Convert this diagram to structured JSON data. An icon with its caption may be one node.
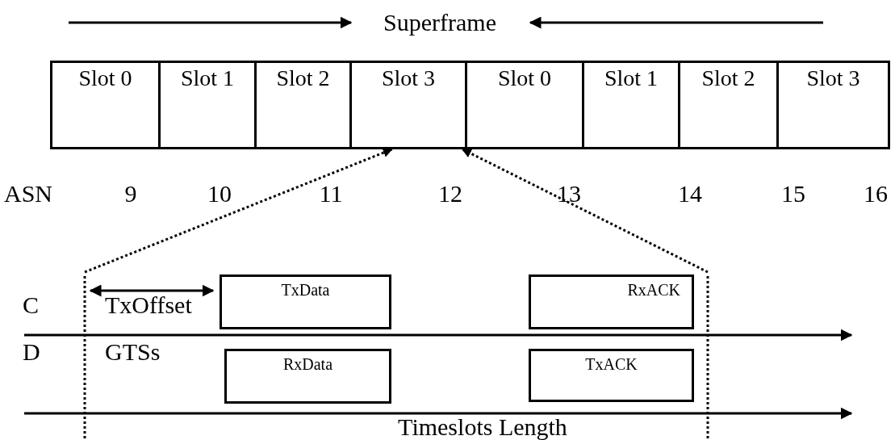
{
  "diagram": {
    "nodes": [
      {
        "text": [
          "Slot 0"
        ]
      },
      {
        "text": [
          "Slot 1"
        ]
      },
      {
        "text": [
          "Slot 2"
        ]
      },
      {
        "text": [
          "Slot 3"
        ]
      },
      {
        "text": [
          "Slot 0"
        ]
      },
      {
        "text": [
          "Slot 1"
        ]
      },
      {
        "text": [
          "Slot 2"
        ]
      },
      {
        "text": [
          "Slot 3"
        ]
      },
      {
        "text": [
          "TxData"
        ]
      },
      {
        "text": [
          "RxACK"
        ]
      },
      {
        "text": [
          "RxData"
        ]
      },
      {
        "text": [
          "TxACK"
        ]
      }
    ],
    "edges": [
      {
        "from": null,
        "to": 3,
        "arrow": "to",
        "style": "dashed"
      },
      {
        "from": null,
        "to": 3,
        "arrow": "to",
        "style": "dashed"
      }
    ],
    "labels": [
      "Superframe",
      "ASN",
      "9",
      "10",
      "11",
      "12",
      "13",
      "14",
      "15",
      "16",
      "C",
      "TxOffset",
      "D",
      "GTSs",
      "Timeslots Length"
    ]
  }
}
